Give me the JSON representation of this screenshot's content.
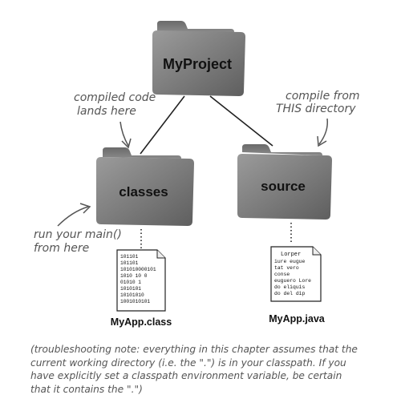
{
  "folders": {
    "root": "MyProject",
    "left": "classes",
    "right": "source"
  },
  "annotations": {
    "compiled": [
      "compiled code",
      "lands here"
    ],
    "compile_from": [
      "compile from",
      "THIS directory"
    ],
    "run_main": [
      "run your main()",
      "from here"
    ]
  },
  "files": {
    "class_file": {
      "name": "MyApp.class",
      "lines": [
        "101101",
        "101101",
        "101010000101",
        "1010 10 0",
        "01010  1",
        "1010101",
        "10101010",
        "1001010101"
      ]
    },
    "java_file": {
      "name": "MyApp.java",
      "lines": [
        "Lorper",
        "iure eugue",
        "tat vero",
        "conse",
        "euguero Lore",
        "do eliquis",
        "do del dip"
      ]
    }
  },
  "note": [
    "(troubleshooting note: everything in this chapter assumes that the",
    "current working directory (i.e. the \".\") is in your classpath. If you",
    "have explicitly set a classpath environment variable, be certain",
    "that it contains the \".\")"
  ]
}
